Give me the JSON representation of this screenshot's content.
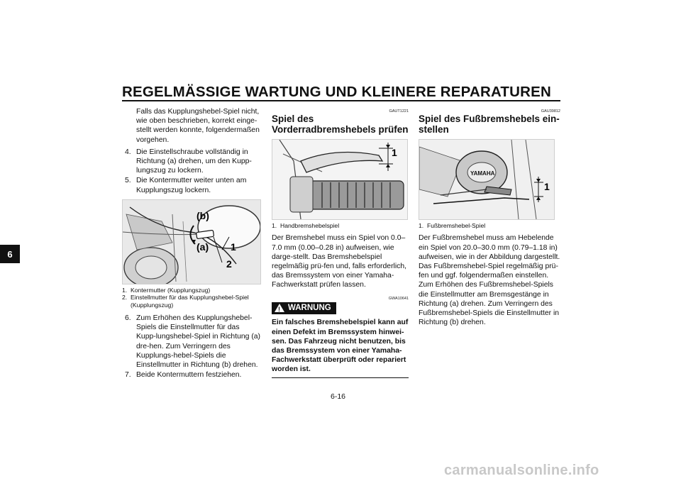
{
  "header": {
    "title": "REGELMÄSSIGE WARTUNG UND KLEINERE REPARATUREN"
  },
  "chapter_tab": "6",
  "col1": {
    "intro": "Falls das Kupplungshebel-Spiel nicht, wie oben beschrieben, korrekt einge-stellt werden konnte, folgendermaßen vorgehen.",
    "steps_a": [
      {
        "num": "4.",
        "text": "Die Einstellschraube vollständig in Richtung (a) drehen, um den Kupp-lungszug zu lockern."
      },
      {
        "num": "5.",
        "text": "Die Kontermutter weiter unten am Kupplungszug lockern."
      }
    ],
    "figure_labels": {
      "b": "(b)",
      "a": "(a)",
      "one": "1",
      "two": "2"
    },
    "captions": [
      {
        "num": "1.",
        "text": "Kontermutter (Kupplungszug)"
      },
      {
        "num": "2.",
        "text": "Einstellmutter für das Kupplungshebel-Spiel (Kupplungszug)"
      }
    ],
    "steps_b": [
      {
        "num": "6.",
        "text": "Zum Erhöhen des Kupplungshebel-Spiels die Einstellmutter für das Kupp-lungshebel-Spiel in Richtung (a) dre-hen. Zum Verringern des Kupplungs-hebel-Spiels die Einstellmutter in Richtung (b) drehen."
      },
      {
        "num": "7.",
        "text": "Beide Kontermuttern festziehen."
      }
    ]
  },
  "col2": {
    "code": "GAUT1221",
    "title": "Spiel des Vorderradbremshebels prüfen",
    "figure_label": "1",
    "caption": {
      "num": "1.",
      "text": "Handbremshebelspiel"
    },
    "body": "Der Bremshebel muss ein Spiel von 0.0–7.0 mm (0.00–0.28 in) aufweisen, wie darge-stellt. Das Bremshebelspiel regelmäßig prü-fen und, falls erforderlich, das Bremssystem von einer Yamaha-Fachwerkstatt prüfen lassen.",
    "warning_code": "GWA10641",
    "warning_label": "WARNUNG",
    "warning_icon_glyph": "!",
    "warning_text": "Ein falsches Bremshebelspiel kann auf einen Defekt im Bremssystem hinwei-sen. Das Fahrzeug nicht benutzen, bis das Bremssystem von einer Yamaha-Fachwerkstatt überprüft oder repariert worden ist."
  },
  "col3": {
    "code": "GAU39812",
    "title": "Spiel des Fußbremshebels ein-stellen",
    "figure_label": "1",
    "figure_brand": "YAMAHA",
    "caption": {
      "num": "1.",
      "text": "Fußbremshebel-Spiel"
    },
    "body": "Der Fußbremshebel muss am Hebelende ein Spiel von 20.0–30.0 mm (0.79–1.18 in) aufweisen, wie in der Abbildung dargestellt. Das Fußbremshebel-Spiel regelmäßig prü-fen und ggf. folgendermaßen einstellen. Zum Erhöhen des Fußbremshebel-Spiels die Einstellmutter am Bremsgestänge in Richtung (a) drehen. Zum Verringern des Fußbremshebel-Spiels die Einstellmutter in Richtung (b) drehen."
  },
  "footer": {
    "page_number": "6-16",
    "watermark": "carmanualsonline.info"
  }
}
